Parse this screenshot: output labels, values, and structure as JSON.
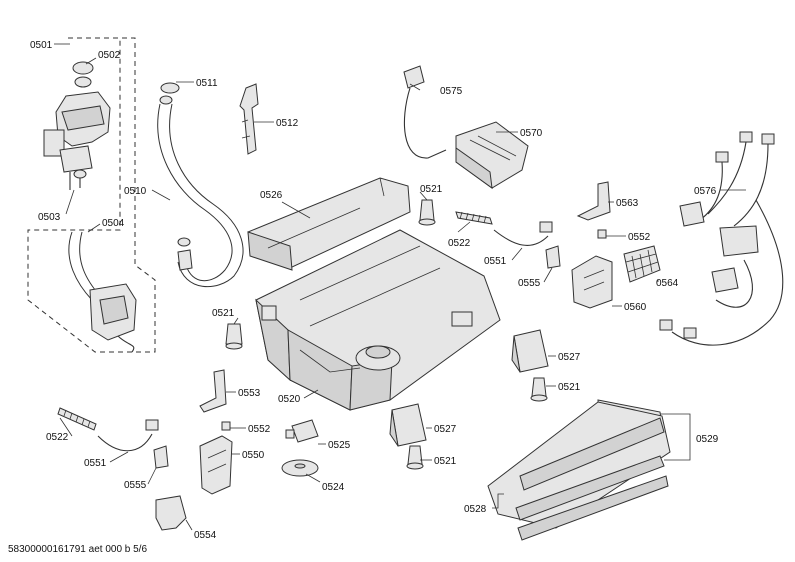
{
  "footer": "58300000161791 aet 000 b 5/6",
  "callouts": {
    "0501": "0501",
    "0502": "0502",
    "0503": "0503",
    "0504": "0504",
    "0510": "0510",
    "0511": "0511",
    "0512": "0512",
    "0520": "0520",
    "0521": "0521",
    "0522": "0522",
    "0524": "0524",
    "0525": "0525",
    "0526": "0526",
    "0527": "0527",
    "0528": "0528",
    "0529": "0529",
    "0550": "0550",
    "0551": "0551",
    "0552": "0552",
    "0553": "0553",
    "0554": "0554",
    "0555": "0555",
    "0560": "0560",
    "0563": "0563",
    "0564": "0564",
    "0570": "0570",
    "0575": "0575",
    "0576": "0576"
  }
}
